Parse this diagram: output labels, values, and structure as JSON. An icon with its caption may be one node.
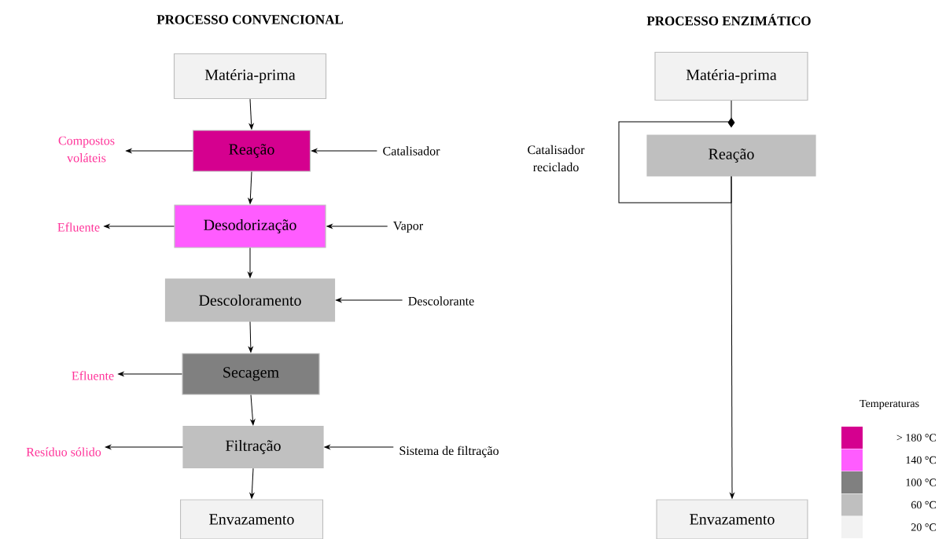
{
  "diagram": {
    "nodes": [
      {
        "text": [
          "Matéria-prima"
        ]
      },
      {
        "text": [
          "Reação"
        ]
      },
      {
        "text": [
          "Desodorização"
        ]
      },
      {
        "text": [
          "Descoloramento"
        ]
      },
      {
        "text": [
          "Secagem"
        ]
      },
      {
        "text": [
          "Filtração"
        ]
      },
      {
        "text": [
          "Envazamento"
        ]
      },
      {
        "text": [
          "Compostos voláteis"
        ]
      },
      {
        "text": [
          "Catalisador"
        ]
      },
      {
        "text": [
          "Efluente"
        ]
      },
      {
        "text": [
          "Vapor"
        ]
      },
      {
        "text": [
          "Descolorante"
        ]
      },
      {
        "text": [
          "Efluente"
        ]
      },
      {
        "text": [
          "Resíduo sólido"
        ]
      },
      {
        "text": [
          "Sistema de filtração"
        ]
      },
      {
        "text": [
          "Matéria-prima"
        ]
      },
      {
        "text": [
          "Reação"
        ]
      },
      {
        "text": [
          "Envazamento"
        ]
      }
    ],
    "edges": [
      {
        "from": 0,
        "to": 1,
        "arrow": "to"
      },
      {
        "from": 1,
        "to": 2,
        "arrow": "to"
      },
      {
        "from": 2,
        "to": 3,
        "arrow": "to"
      },
      {
        "from": 3,
        "to": 4,
        "arrow": "to"
      },
      {
        "from": 4,
        "to": 5,
        "arrow": "to"
      },
      {
        "from": 5,
        "to": 6,
        "arrow": "to"
      },
      {
        "from": 1,
        "to": 7,
        "arrow": "to"
      },
      {
        "from": 8,
        "to": 1,
        "arrow": "to"
      },
      {
        "from": 2,
        "to": 9,
        "arrow": "to"
      },
      {
        "from": 10,
        "to": 2,
        "arrow": "to"
      },
      {
        "from": 11,
        "to": 3,
        "arrow": "to"
      },
      {
        "from": 4,
        "to": 12,
        "arrow": "to"
      },
      {
        "from": 5,
        "to": 13,
        "arrow": "to"
      },
      {
        "from": 14,
        "to": 5,
        "arrow": "to"
      },
      {
        "from": 15,
        "to": 16,
        "arrow": "other"
      },
      {
        "from": 16,
        "to": 17,
        "arrow": "to"
      },
      {
        "from": 16,
        "to": 16,
        "arrow": "none",
        "label": "Catalisador reciclado"
      }
    ],
    "labels": [
      "PROCESSO CONVENCIONAL",
      "PROCESSO ENZIMÁTICO",
      "Temperaturas"
    ],
    "legend": [
      {
        "text": "> 180 °C",
        "color": "#d5008f"
      },
      {
        "text": "140 °C",
        "color": "#ff5cff"
      },
      {
        "text": "100 °C",
        "color": "#808080"
      },
      {
        "text": "60 °C",
        "color": "#bfbfbf"
      },
      {
        "text": "20 °C",
        "color": "#f2f2f2"
      }
    ]
  }
}
